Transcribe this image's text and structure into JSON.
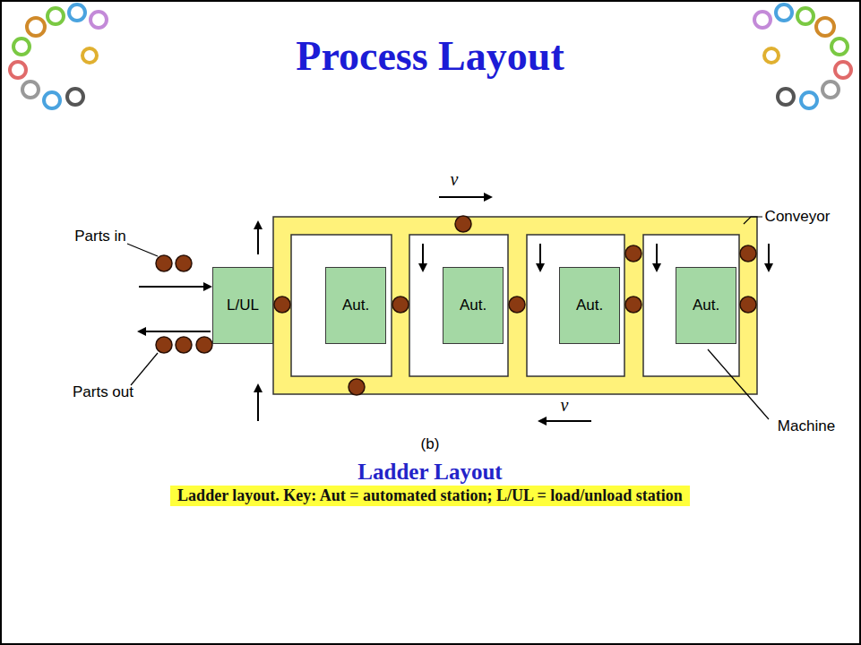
{
  "diagram": {
    "title": "Process Layout",
    "caption": "Ladder layout. Key: Aut = automated station; L/UL = load/unload station",
    "nodes": [
      {
        "text": [
          "L/UL"
        ]
      },
      {
        "text": [
          "Aut."
        ]
      },
      {
        "text": [
          "Aut."
        ]
      },
      {
        "text": [
          "Aut."
        ]
      },
      {
        "text": [
          "Aut."
        ]
      }
    ],
    "labels": [
      "Parts in",
      "Parts out",
      "Conveyor",
      "Machine",
      "v",
      "v",
      "(b)",
      "Ladder Layout"
    ]
  }
}
